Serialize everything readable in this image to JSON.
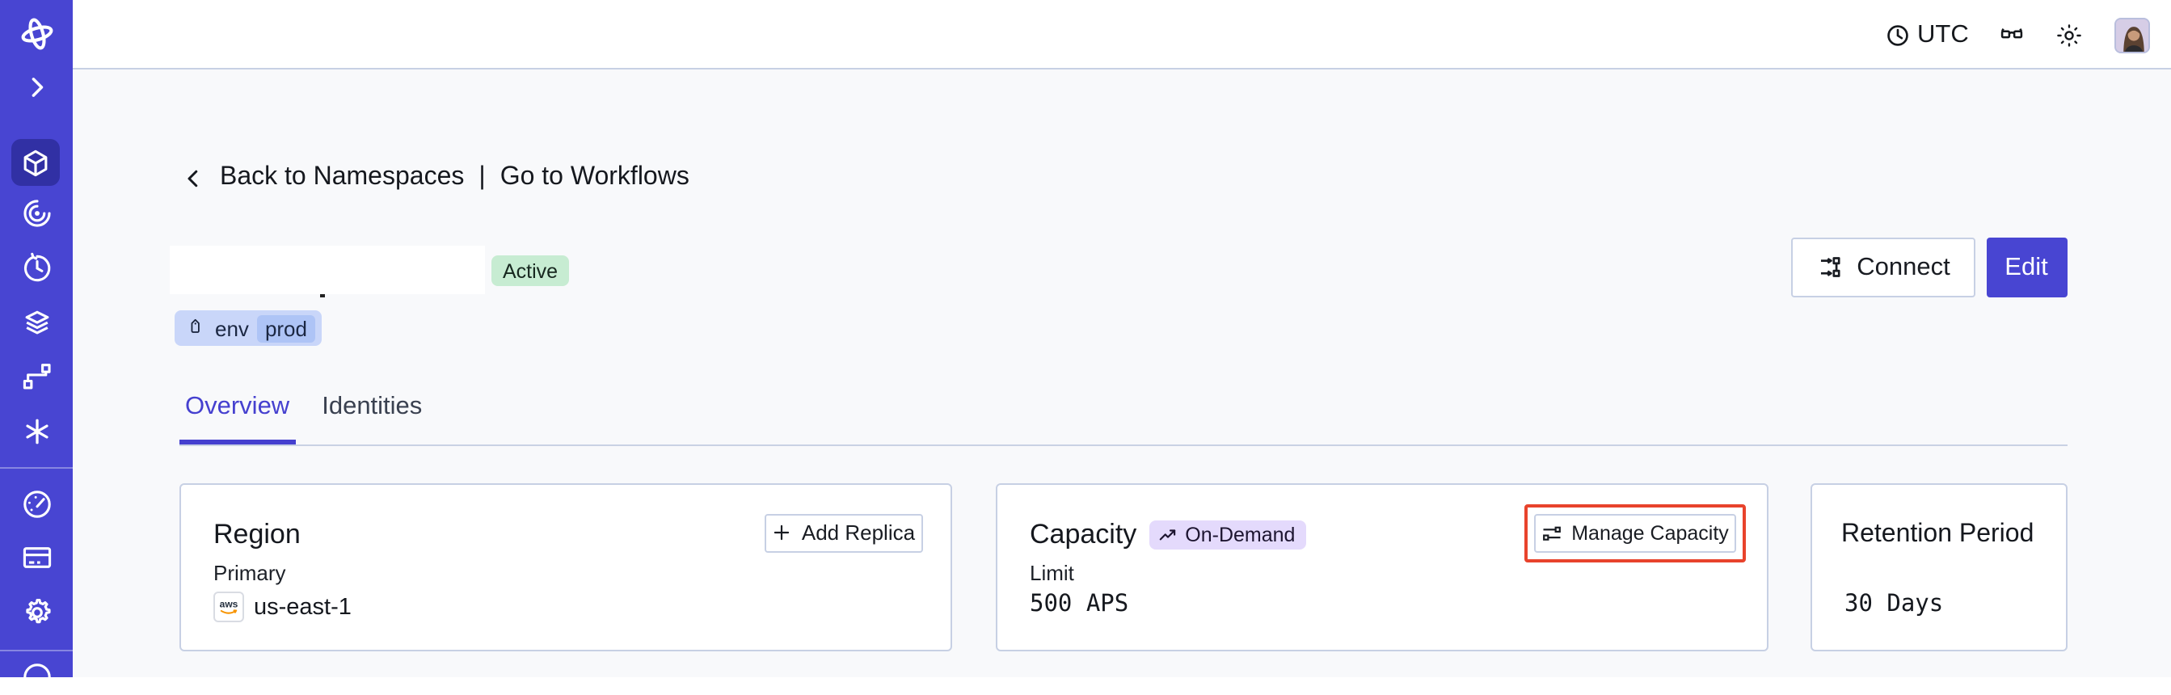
{
  "topbar": {
    "timezone_label": "UTC",
    "icons": [
      "clock-icon",
      "glasses-icon",
      "sun-theme-icon",
      "user-avatar"
    ]
  },
  "sidebar": {
    "icons": [
      "temporal-logo",
      "expand-chevron-icon",
      "namespaces-cube-icon",
      "workflows-spiral-icon",
      "schedules-clock-icon",
      "deployments-layers-icon",
      "nexus-branch-icon",
      "batch-asterisk-icon",
      "usage-gauge-icon",
      "billing-card-icon",
      "settings-gear-icon",
      "account-circle-icon"
    ],
    "active_item": "namespaces"
  },
  "breadcrumb": {
    "back_label": "Back to Namespaces",
    "separator": "|",
    "workflows_label": "Go to Workflows"
  },
  "namespace_header": {
    "status_badge": "Active",
    "tag_key": "env",
    "tag_value": "prod",
    "connect_label": "Connect",
    "edit_label": "Edit"
  },
  "tabs": {
    "overview": "Overview",
    "identities": "Identities"
  },
  "cards": {
    "region": {
      "title": "Region",
      "add_replica_label": "Add Replica",
      "primary_label": "Primary",
      "provider_label": "aws",
      "value": "us-east-1"
    },
    "capacity": {
      "title": "Capacity",
      "badge": "On-Demand",
      "manage_label": "Manage Capacity",
      "limit_label": "Limit",
      "value": "500 APS"
    },
    "retention": {
      "title": "Retention Period",
      "value": "30 Days"
    }
  },
  "colors": {
    "sidebar_indigo": "#4845d2",
    "accent_indigo": "#4540cf",
    "page_bg": "#f8f9fb",
    "border": "#c7d0e4",
    "active_badge_bg": "#c7ecd2",
    "tag_bg": "#c9d6f9",
    "tag_inner_bg": "#aec4f6",
    "ondemand_bg": "#e4dafc",
    "click_highlight": "#e8432c"
  }
}
